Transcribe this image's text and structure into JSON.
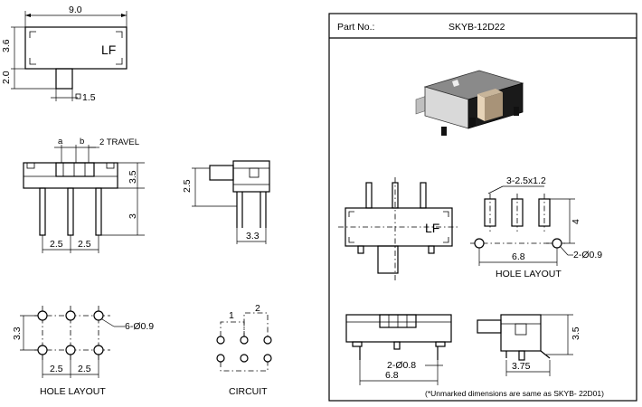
{
  "top_view": {
    "width_dim": "9.0",
    "height_dim": "3.6",
    "actuator_dim": "2.0",
    "actuator_width_dim": "1.5",
    "marking": "LF"
  },
  "front_view": {
    "label_a": "a",
    "label_b": "b",
    "travel": "2 TRAVEL",
    "height_dim": "3.5",
    "pin_dim": "3",
    "pitch_left": "2.5",
    "pitch_right": "2.5"
  },
  "side_view": {
    "actuator_dim": "2.5",
    "depth_dim": "3.3"
  },
  "hole_layout": {
    "row_dim": "3.3",
    "hole_note": "6-Ø0.9",
    "pitch_left": "2.5",
    "pitch_right": "2.5",
    "title": "HOLE LAYOUT"
  },
  "circuit": {
    "label_1": "1",
    "label_2": "2",
    "title": "CIRCUIT"
  },
  "panel": {
    "part_no_label": "Part No.:",
    "part_no": "SKYB-12D22",
    "smd_top": {
      "marking": "LF"
    },
    "smd_pads": {
      "pad_note": "3-2.5x1.2",
      "height_dim": "4",
      "hole_dim": "6.8",
      "hole_note": "2-Ø0.9",
      "title": "HOLE LAYOUT"
    },
    "smd_front": {
      "hole_note": "2-Ø0.8",
      "span_dim": "6.8"
    },
    "smd_side": {
      "height_dim": "3.5",
      "depth_dim": "3.75"
    },
    "footnote": "(*Unmarked dimensions are same as SKYB- 22D01)"
  }
}
